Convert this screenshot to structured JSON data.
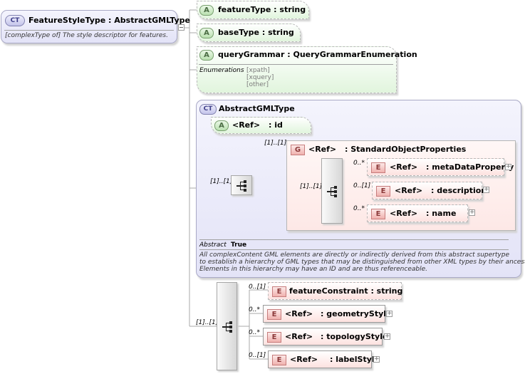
{
  "root": {
    "badge": "CT",
    "title": "FeatureStyleType : AbstractGMLType",
    "doc_prefix": "[complexType of]",
    "doc_text": " The style descriptor for features."
  },
  "attributes": [
    {
      "badge": "A",
      "label": "featureType : string"
    },
    {
      "badge": "A",
      "label": "baseType : string"
    },
    {
      "badge": "A",
      "label": "queryGrammar : QueryGrammarEnumeration",
      "enum_title": "Enumerations",
      "enum_values": [
        "[xpath]",
        "[xquery]",
        "[other]"
      ]
    }
  ],
  "abstract_gml": {
    "badge": "CT",
    "title": "AbstractGMLType",
    "id_attr": {
      "badge": "A",
      "ref": "<Ref>",
      "name": ": id"
    },
    "seq_card": "[1]..[1]",
    "group": {
      "badge": "G",
      "ref": "<Ref>",
      "name": ": StandardObjectProperties",
      "card": "[1]..[1]",
      "inner_card": "[1]..[1]",
      "elements": [
        {
          "badge": "E",
          "card": "0..*",
          "ref": "<Ref>",
          "name": ": metaDataProperty"
        },
        {
          "badge": "E",
          "card": "0..[1]",
          "ref": "<Ref>",
          "name": ": description"
        },
        {
          "badge": "E",
          "card": "0..*",
          "ref": "<Ref>",
          "name": ": name"
        }
      ]
    },
    "abstract_label": "Abstract",
    "abstract_value": "True",
    "doc_lines": [
      "All complexContent GML elements are directly or indirectly derived from this abstract supertype",
      "to establish a hierarchy of GML types that may be distinguished from other XML types by their ancestry.",
      "Elements in this hierarchy may have an ID and are thus referenceable."
    ]
  },
  "main_sequence": {
    "card": "[1]..[1]",
    "elements": [
      {
        "badge": "E",
        "card": "0..[1]",
        "ref": "",
        "name": "featureConstraint : string"
      },
      {
        "badge": "E",
        "card": "0..*",
        "ref": "<Ref>",
        "name": ": geometryStyle"
      },
      {
        "badge": "E",
        "card": "0..*",
        "ref": "<Ref>",
        "name": ": topologyStyle"
      },
      {
        "badge": "E",
        "card": "0..[1]",
        "ref": "<Ref>",
        "name": ": labelStyle"
      }
    ]
  }
}
